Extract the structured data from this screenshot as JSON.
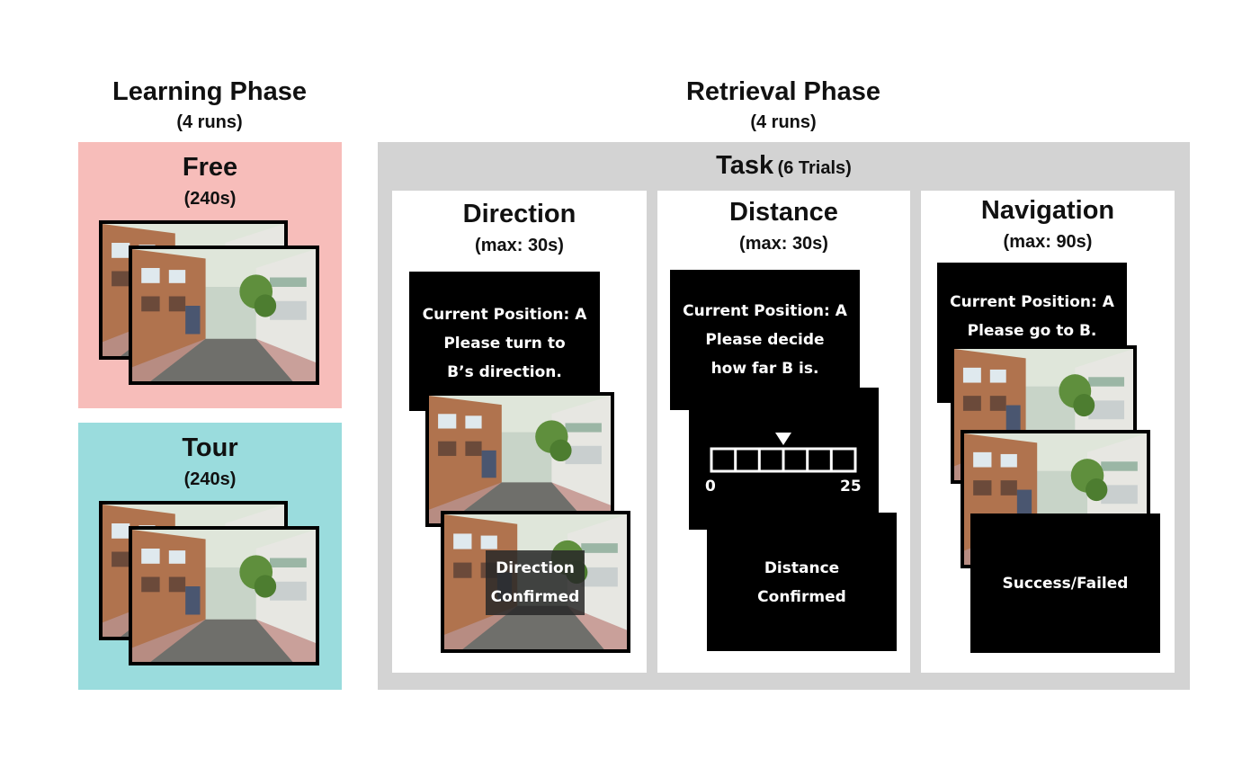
{
  "learning": {
    "title": "Learning Phase",
    "runs": "(4 runs)",
    "free": {
      "label": "Free",
      "duration": "(240s)",
      "color": "#f7bdba"
    },
    "tour": {
      "label": "Tour",
      "duration": "(240s)",
      "color": "#9adcdd"
    }
  },
  "retrieval": {
    "title": "Retrieval Phase",
    "runs": "(4 runs)",
    "task_label": "Task",
    "task_trials": "(6 Trials)",
    "box_color": "#d3d3d3",
    "direction": {
      "title": "Direction",
      "max": "(max: 30s)",
      "prompt": [
        "Current Position: A",
        "Please turn to",
        "B’s direction."
      ],
      "confirm": [
        "Direction",
        "Confirmed"
      ]
    },
    "distance": {
      "title": "Distance",
      "max": "(max: 30s)",
      "prompt": [
        "Current Position: A",
        "Please decide",
        "how far B is."
      ],
      "scale_min": "0",
      "scale_max": "25",
      "confirm": [
        "Distance",
        "Confirmed"
      ]
    },
    "navigation": {
      "title": "Navigation",
      "max": "(max: 90s)",
      "prompt": [
        "Current Position: A",
        "Please go to B."
      ],
      "result": "Success/Failed"
    }
  }
}
